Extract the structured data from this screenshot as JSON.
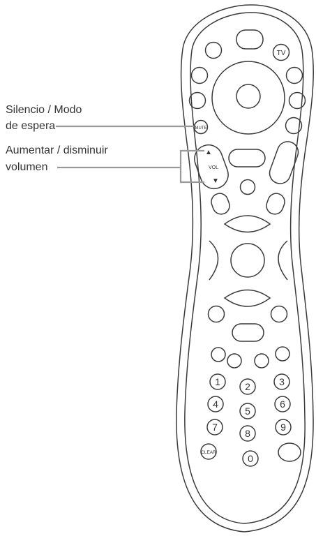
{
  "callouts": {
    "mute_line1": "Silencio / Modo",
    "mute_line2": "de espera",
    "volume_line1": "Aumentar / disminuir",
    "volume_line2": "volumen"
  },
  "remote": {
    "tv_label": "TV",
    "mute_label": "MUTE",
    "vol_label": "VOL",
    "vol_up_glyph": "▲",
    "vol_down_glyph": "▼",
    "clear_label": "CLEAR",
    "keypad": [
      "1",
      "2",
      "3",
      "4",
      "5",
      "6",
      "7",
      "8",
      "9",
      "0"
    ]
  },
  "colors": {
    "outline": "#3a3a3a",
    "leader_line": "#9a9a9a",
    "text": "#333333"
  }
}
